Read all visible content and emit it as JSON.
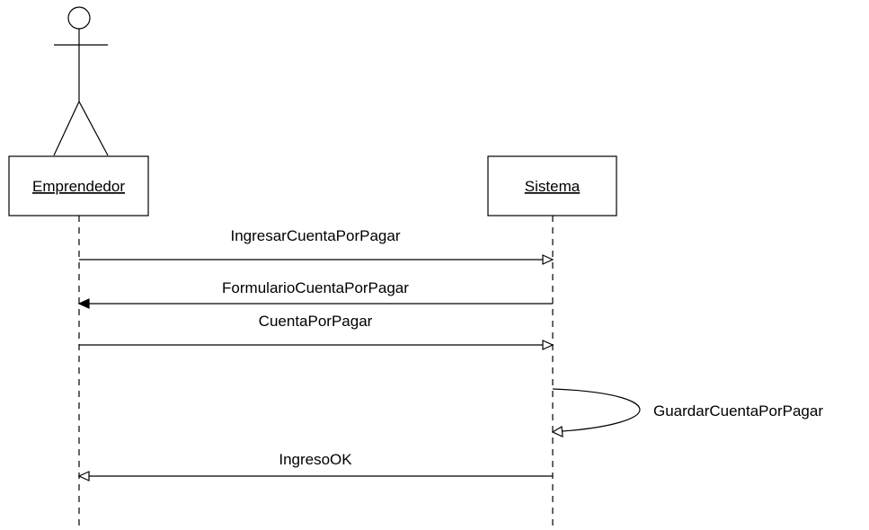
{
  "diagram": {
    "type": "sequence",
    "actor": {
      "name": "Emprendedor"
    },
    "system": {
      "name": "Sistema"
    },
    "messages": [
      {
        "label": "IngresarCuentaPorPagar",
        "from": "Emprendedor",
        "to": "Sistema",
        "arrow": "open"
      },
      {
        "label": "FormularioCuentaPorPagar",
        "from": "Sistema",
        "to": "Emprendedor",
        "arrow": "filled"
      },
      {
        "label": "CuentaPorPagar",
        "from": "Emprendedor",
        "to": "Sistema",
        "arrow": "open"
      },
      {
        "label": "GuardarCuentaPorPagar",
        "from": "Sistema",
        "to": "Sistema",
        "arrow": "open"
      },
      {
        "label": "IngresoOK",
        "from": "Sistema",
        "to": "Emprendedor",
        "arrow": "open"
      }
    ]
  }
}
